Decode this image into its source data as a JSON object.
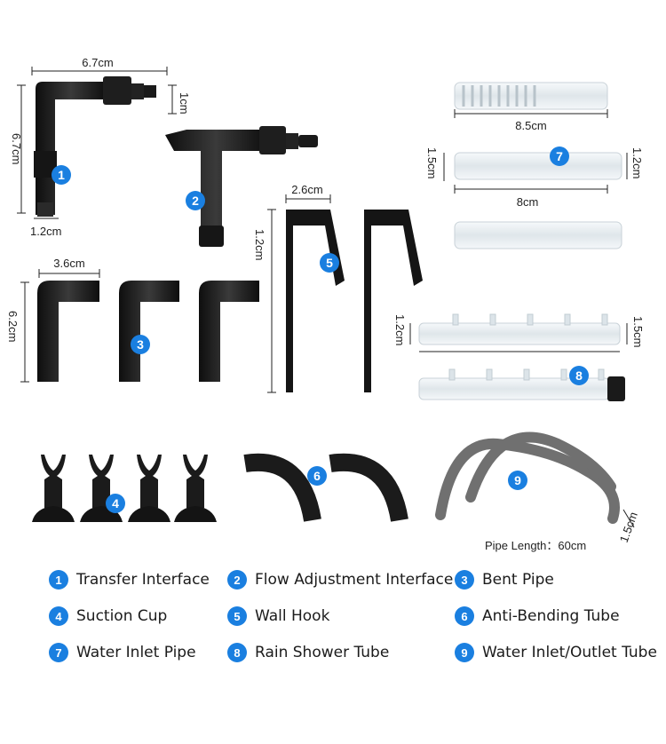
{
  "dimensions": {
    "d1_width": "6.7cm",
    "d1_tip": "1cm",
    "d1_height": "6.7cm",
    "d1_base": "1.2cm",
    "d3_width": "3.6cm",
    "d3_height": "6.2cm",
    "d5_width": "2.6cm",
    "d5_height": "1.2cm",
    "d7_top_len": "8.5cm",
    "d7_left": "1.5cm",
    "d7_right": "1.2cm",
    "d7_len": "8cm",
    "d8_left": "1.2cm",
    "d8_right": "1.5cm",
    "d9_dia": "1.5cm"
  },
  "pipe_length": "Pipe Length：60cm",
  "badges": [
    "1",
    "2",
    "3",
    "4",
    "5",
    "6",
    "7",
    "8",
    "9"
  ],
  "legend": [
    {
      "num": "1",
      "label": "Transfer Interface"
    },
    {
      "num": "2",
      "label": "Flow Adjustment Interface"
    },
    {
      "num": "3",
      "label": "Bent Pipe"
    },
    {
      "num": "4",
      "label": "Suction Cup"
    },
    {
      "num": "5",
      "label": "Wall Hook"
    },
    {
      "num": "6",
      "label": "Anti-Bending Tube"
    },
    {
      "num": "7",
      "label": "Water Inlet Pipe"
    },
    {
      "num": "8",
      "label": "Rain Shower Tube"
    },
    {
      "num": "9",
      "label": "Water Inlet/Outlet Tube"
    }
  ],
  "colors": {
    "badge": "#1a7fe0",
    "part": "#1c1c1c",
    "clear": "#e8eef2",
    "hose": "#6f6f6f"
  }
}
